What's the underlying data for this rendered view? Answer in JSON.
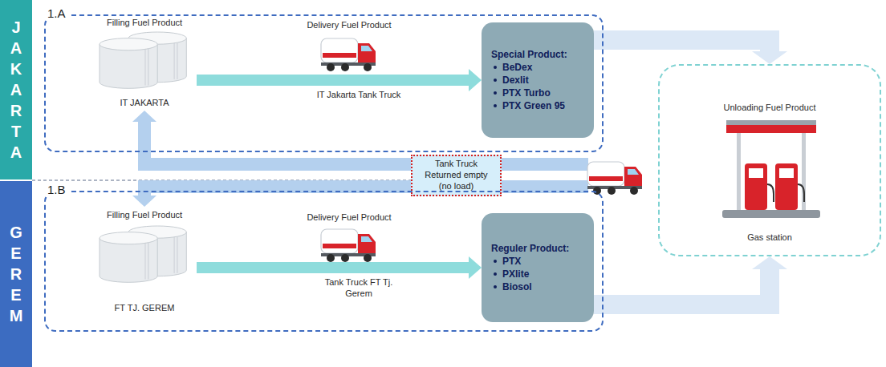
{
  "diagram": {
    "nodes": [
      {
        "text": [
          "JAKARTA"
        ]
      },
      {
        "text": [
          "1.A"
        ]
      },
      {
        "text": [
          "Filling Fuel Product",
          "IT JAKARTA"
        ],
        "in": 1
      },
      {
        "text": [
          "Special Product:",
          "BeDex",
          "Dexlit",
          "PTX Turbo",
          "PTX Green 95"
        ],
        "in": 1
      },
      {
        "text": [
          "Tank Truck Returned empty (no load)"
        ]
      },
      {
        "text": [
          "Unloading Fuel Product",
          "Gas station"
        ]
      },
      {
        "text": [
          "GEREM"
        ]
      },
      {
        "text": [
          "1.B"
        ]
      },
      {
        "text": [
          "Filling Fuel Product",
          "FT TJ. GEREM"
        ],
        "in": 7
      },
      {
        "text": [
          "Reguler Product:",
          "PTX",
          "PXlite",
          "Biosol"
        ],
        "in": 7
      }
    ],
    "edges": [
      {
        "from": 2,
        "to": 3,
        "arrow": "to",
        "label": "IT Jakarta Tank Truck"
      },
      {
        "from": 8,
        "to": 9,
        "arrow": "to",
        "label": "Tank Truck FT Tj. Gerem"
      },
      {
        "from": 3,
        "to": 5,
        "arrow": "to"
      },
      {
        "from": 9,
        "to": 5,
        "arrow": "to"
      },
      {
        "from": 4,
        "to": 2,
        "arrow": "to"
      },
      {
        "from": 4,
        "to": 8,
        "arrow": "to"
      }
    ],
    "labels": [
      "Delivery Fuel Product",
      "Delivery Fuel Product"
    ]
  }
}
